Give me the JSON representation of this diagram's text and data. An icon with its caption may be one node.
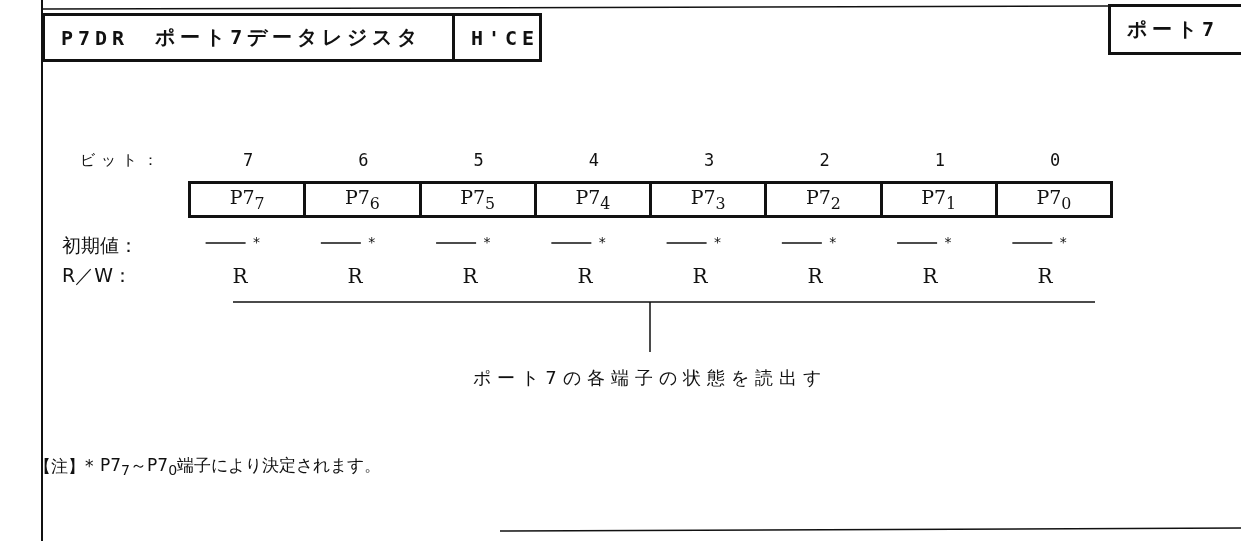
{
  "diagram": {
    "nodes": [
      {
        "text": [
          "P7DR",
          "ポート7データレジスタ"
        ]
      },
      {
        "text": [
          "H'CE"
        ]
      },
      {
        "text": [
          "ポート7"
        ]
      },
      {
        "text": [
          "P7$_{7}$"
        ]
      },
      {
        "text": [
          "P7$_{6}$"
        ]
      },
      {
        "text": [
          "P7$_{5}$"
        ]
      },
      {
        "text": [
          "P7$_{4}$"
        ]
      },
      {
        "text": [
          "P7$_{3}$"
        ]
      },
      {
        "text": [
          "P7$_{2}$"
        ]
      },
      {
        "text": [
          "P7$_{1}$"
        ]
      },
      {
        "text": [
          "P7$_{0}$"
        ]
      }
    ],
    "labels": [
      "ビット：",
      "7",
      "6",
      "5",
      "4",
      "3",
      "2",
      "1",
      "0",
      "初期値：",
      "*",
      "*",
      "*",
      "*",
      "*",
      "*",
      "*",
      "*",
      "R／W：",
      "R",
      "R",
      "R",
      "R",
      "R",
      "R",
      "R",
      "R",
      "ポート7の各端子の状態を読出す",
      "【注】*",
      "P7$_{7}$～P7$_{0}$端子により決定されます。"
    ]
  }
}
